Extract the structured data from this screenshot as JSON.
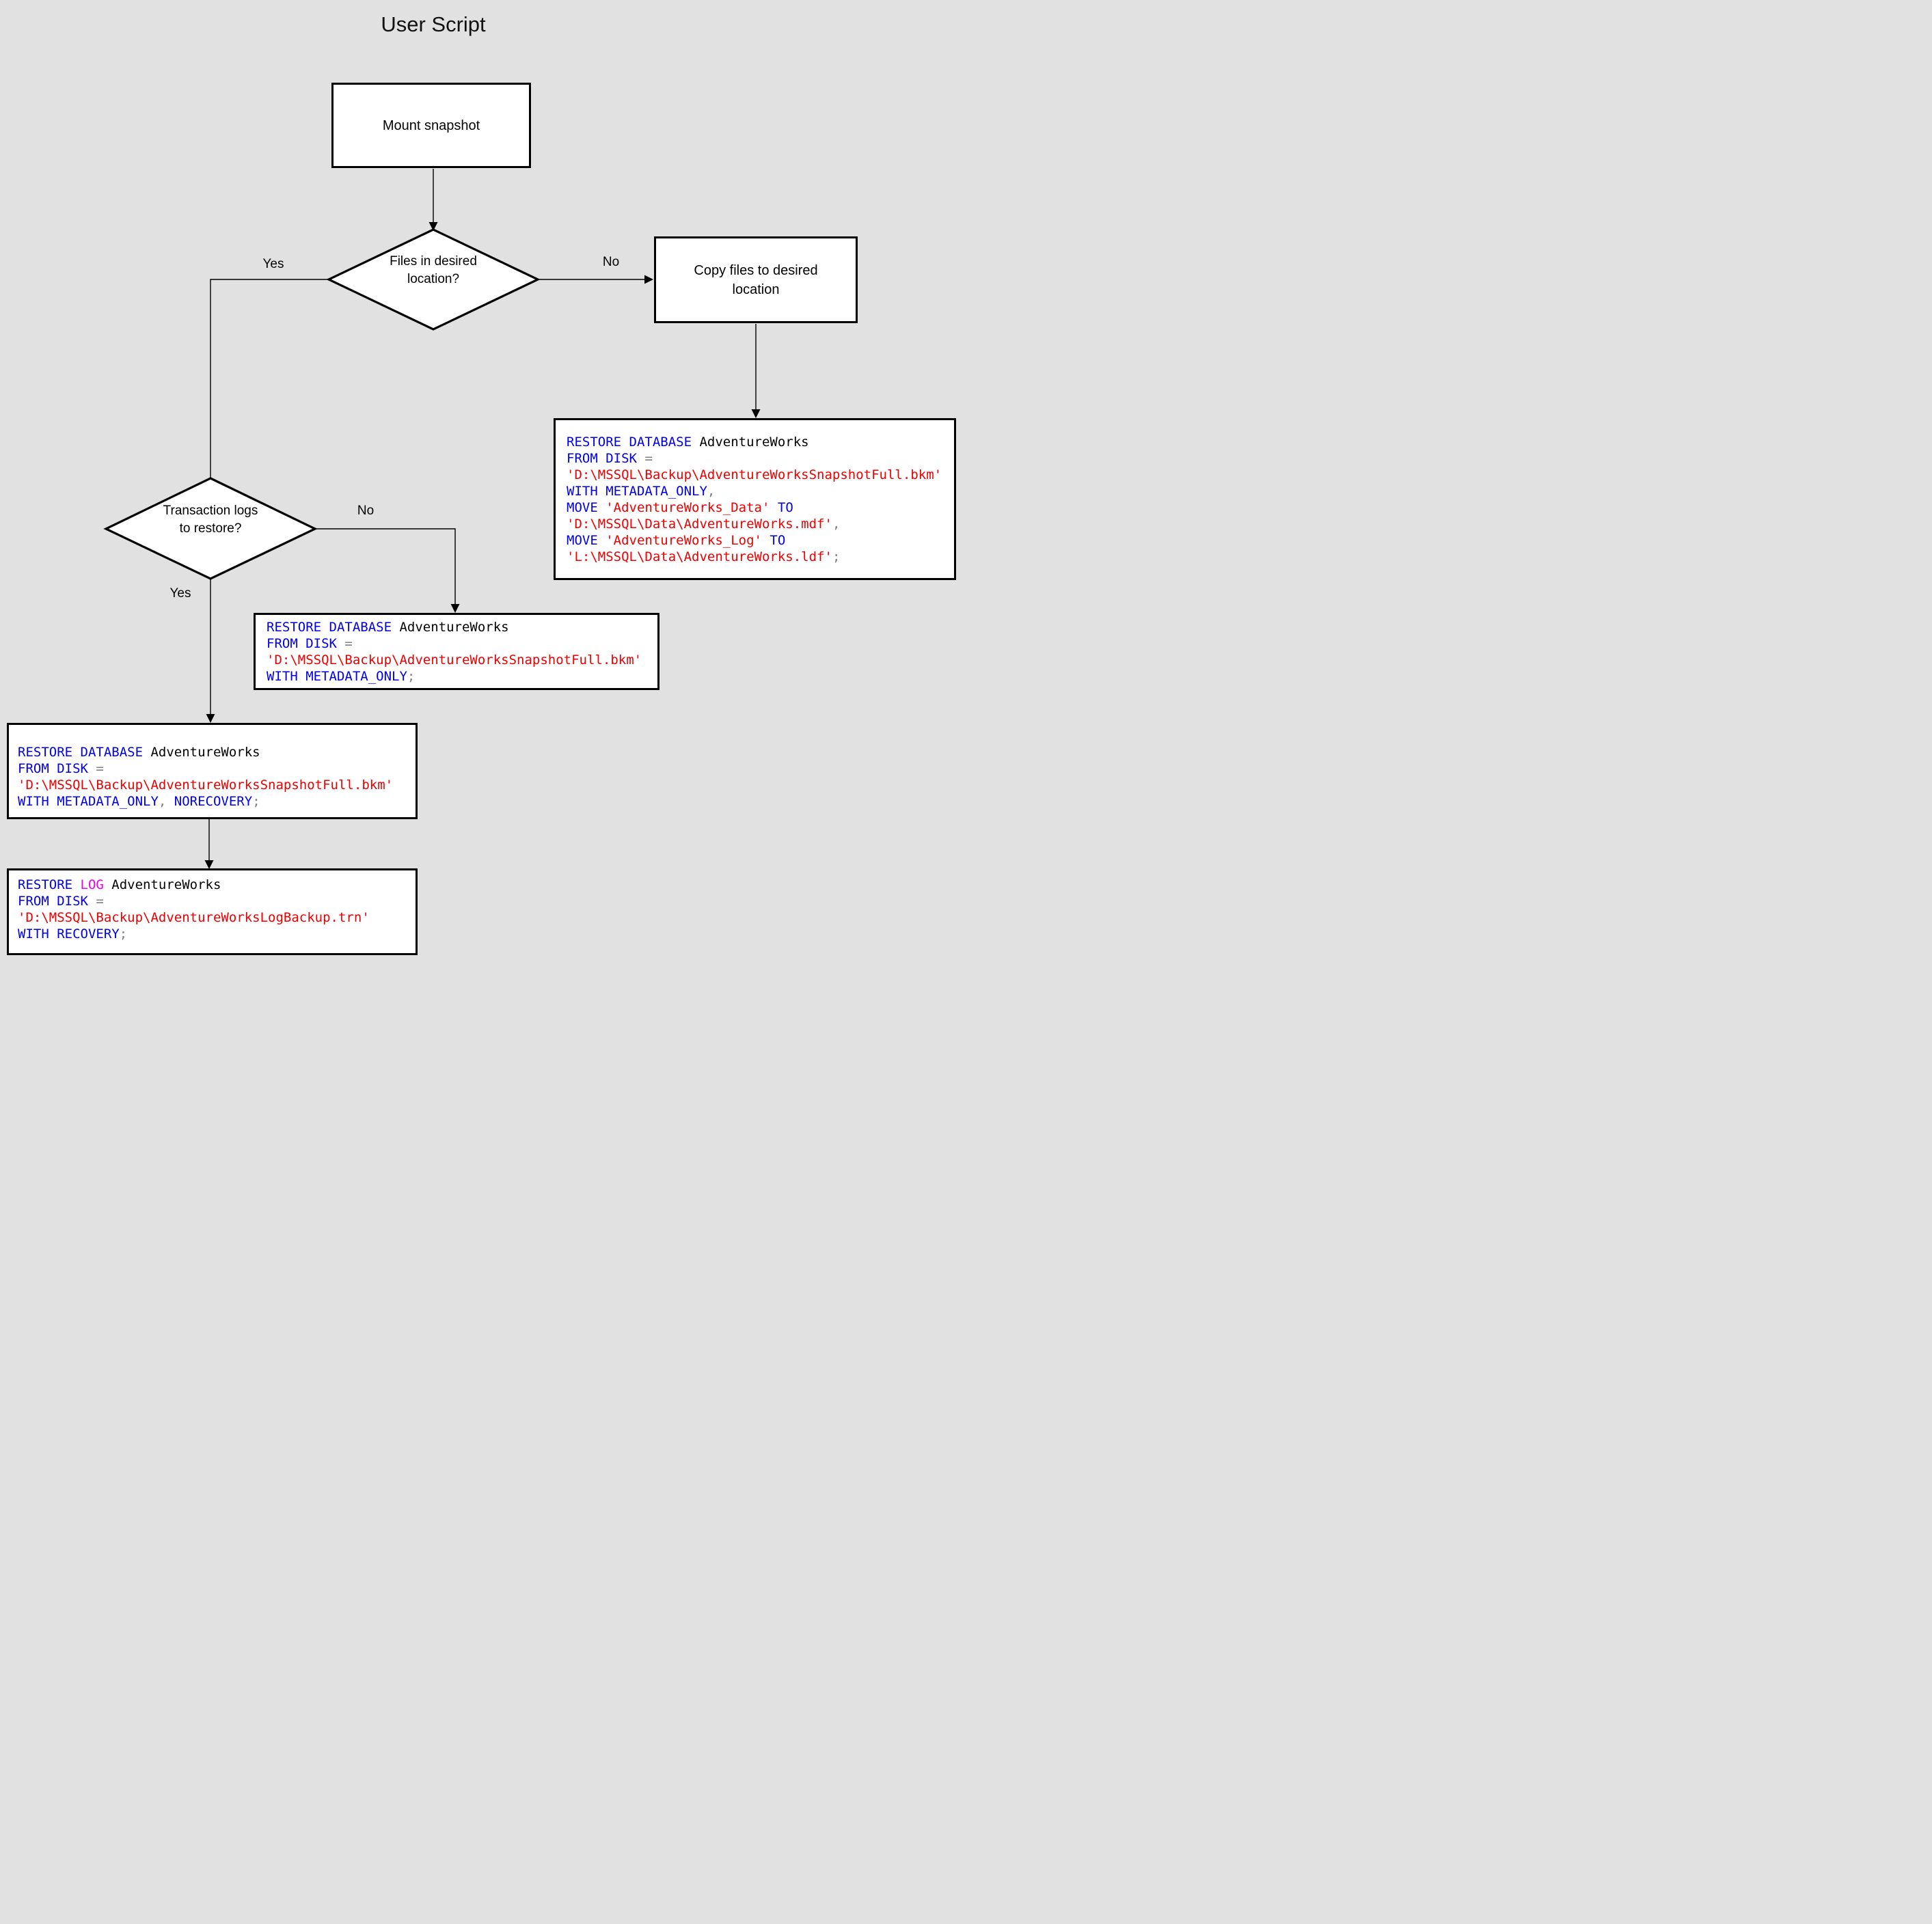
{
  "title": "User Script",
  "colors": {
    "keyword_blue": "#0000ee",
    "string_red": "#ee0000",
    "operator_gray": "#7f7f7f",
    "identifier_black": "#000000",
    "log_magenta": "#ee00ee",
    "background_gray": "#e1e1e1",
    "node_fill": "#ffffff",
    "line_black": "#000000"
  },
  "nodes": {
    "mount": {
      "label": "Mount snapshot"
    },
    "decision_files": {
      "label": "Files in desired location?"
    },
    "copy": {
      "label": "Copy files to desired location"
    },
    "decision_logs": {
      "label": "Transaction logs to restore?"
    }
  },
  "edge_labels": {
    "files_yes": "Yes",
    "files_no": "No",
    "logs_no": "No",
    "logs_yes": "Yes"
  },
  "code_boxes": {
    "restore_with_move": [
      [
        {
          "t": "RESTORE DATABASE",
          "c": "kw"
        },
        {
          "t": " AdventureWorks",
          "c": "id"
        }
      ],
      [
        {
          "t": "FROM DISK",
          "c": "kw"
        },
        {
          "t": " =",
          "c": "op"
        }
      ],
      [
        {
          "t": "'D:\\MSSQL\\Backup\\AdventureWorksSnapshotFull.bkm'",
          "c": "str"
        }
      ],
      [
        {
          "t": "WITH METADATA_ONLY",
          "c": "kw"
        },
        {
          "t": ",",
          "c": "op"
        }
      ],
      [
        {
          "t": "MOVE",
          "c": "kw"
        },
        {
          "t": " 'AdventureWorks_Data'",
          "c": "str"
        },
        {
          "t": " TO",
          "c": "kw"
        }
      ],
      [
        {
          "t": "'D:\\MSSQL\\Data\\AdventureWorks.mdf'",
          "c": "str"
        },
        {
          "t": ",",
          "c": "op"
        }
      ],
      [
        {
          "t": "MOVE",
          "c": "kw"
        },
        {
          "t": " 'AdventureWorks_Log'",
          "c": "str"
        },
        {
          "t": " TO",
          "c": "kw"
        }
      ],
      [
        {
          "t": "'L:\\MSSQL\\Data\\AdventureWorks.ldf'",
          "c": "str"
        },
        {
          "t": ";",
          "c": "op"
        }
      ]
    ],
    "restore_metadata_only": [
      [
        {
          "t": "RESTORE DATABASE",
          "c": "kw"
        },
        {
          "t": " AdventureWorks",
          "c": "id"
        }
      ],
      [
        {
          "t": "FROM DISK",
          "c": "kw"
        },
        {
          "t": " =",
          "c": "op"
        }
      ],
      [
        {
          "t": "'D:\\MSSQL\\Backup\\AdventureWorksSnapshotFull.bkm'",
          "c": "str"
        }
      ],
      [
        {
          "t": "WITH METADATA_ONLY",
          "c": "kw"
        },
        {
          "t": ";",
          "c": "op"
        }
      ]
    ],
    "restore_norecovery": [
      [
        {
          "t": "RESTORE DATABASE",
          "c": "kw"
        },
        {
          "t": " AdventureWorks",
          "c": "id"
        }
      ],
      [
        {
          "t": "FROM DISK",
          "c": "kw"
        },
        {
          "t": " =",
          "c": "op"
        }
      ],
      [
        {
          "t": "'D:\\MSSQL\\Backup\\AdventureWorksSnapshotFull.bkm'",
          "c": "str"
        }
      ],
      [
        {
          "t": "WITH METADATA_ONLY",
          "c": "kw"
        },
        {
          "t": ", ",
          "c": "op"
        },
        {
          "t": "NORECOVERY",
          "c": "kw"
        },
        {
          "t": ";",
          "c": "op"
        }
      ]
    ],
    "restore_log": [
      [
        {
          "t": "RESTORE ",
          "c": "kw"
        },
        {
          "t": "LOG",
          "c": "log"
        },
        {
          "t": " AdventureWorks",
          "c": "id"
        }
      ],
      [
        {
          "t": "FROM DISK",
          "c": "kw"
        },
        {
          "t": " =",
          "c": "op"
        }
      ],
      [
        {
          "t": "'D:\\MSSQL\\Backup\\AdventureWorksLogBackup.trn'",
          "c": "str"
        }
      ],
      [
        {
          "t": "WITH RECOVERY",
          "c": "kw"
        },
        {
          "t": ";",
          "c": "op"
        }
      ]
    ]
  }
}
